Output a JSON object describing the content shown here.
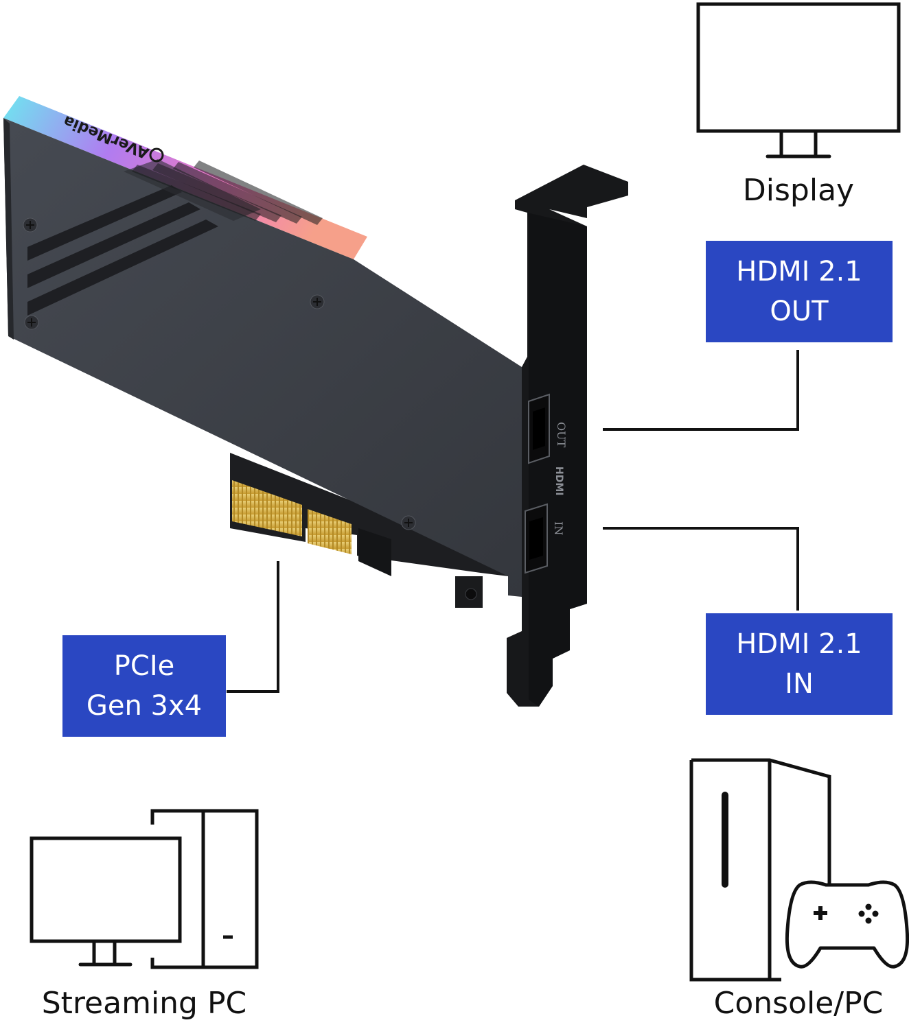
{
  "product": {
    "brand_text": "AVerMedia",
    "port_out_label": "OUT",
    "port_hdmi_label": "HDMI",
    "port_in_label": "IN"
  },
  "labels": {
    "hdmi_out": {
      "line1": "HDMI 2.1",
      "line2": "OUT"
    },
    "hdmi_in": {
      "line1": "HDMI 2.1",
      "line2": "IN"
    },
    "pcie": {
      "line1": "PCIe",
      "line2": "Gen 3x4"
    }
  },
  "devices": {
    "display": {
      "caption": "Display",
      "icon": "monitor-icon"
    },
    "streaming_pc": {
      "caption": "Streaming PC",
      "icon": "desktop-pc-icon"
    },
    "console_pc": {
      "caption": "Console/PC",
      "icon": "console-gamepad-icon"
    }
  },
  "colors": {
    "label_blue": "#2a47c2",
    "card_body": "#3a3d44",
    "rgb_strip": [
      "#6ee6f0",
      "#b07cf0",
      "#f07ac0",
      "#f6a08a"
    ],
    "gold_contacts": "#d9b24a"
  }
}
